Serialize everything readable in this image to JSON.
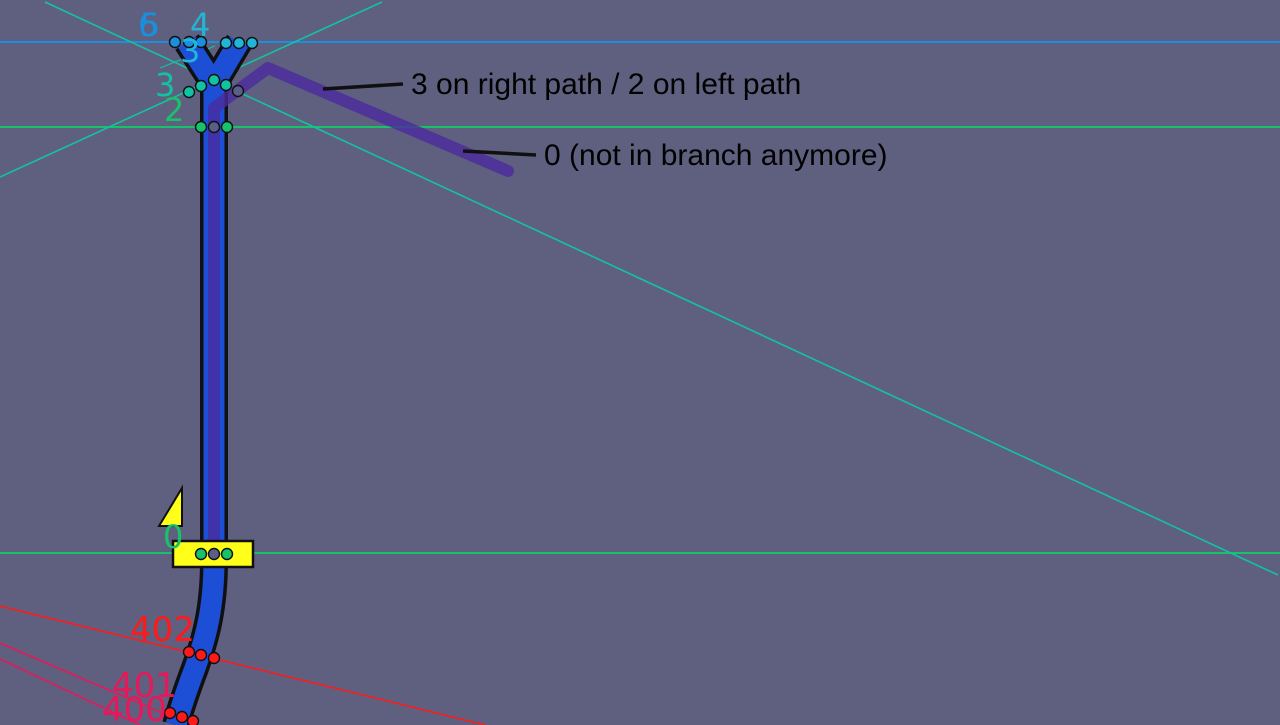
{
  "colors": {
    "background": "#5f607f",
    "path_fill": "#1d4fd6",
    "branch_overlay": "#4a2a9e",
    "guide_blue": "#1a8fe0",
    "guide_green": "#16c26a",
    "guide_teal": "#12c3a1",
    "guide_red": "#ff1a1a",
    "guide_pink": "#e8175a",
    "start_marker": "#ffff1a"
  },
  "annotations": {
    "right_left_path": "3 on right path / 2 on left path",
    "not_in_branch": "0 (not in branch anymore)"
  },
  "node_labels": {
    "top_six": "6",
    "top_five": "5",
    "top_four": "4",
    "mid_three_small": "3",
    "mid_three": "3",
    "mid_two": "2",
    "start_zero": "0",
    "red_402": "402",
    "red_401": "401",
    "red_400": "400"
  }
}
